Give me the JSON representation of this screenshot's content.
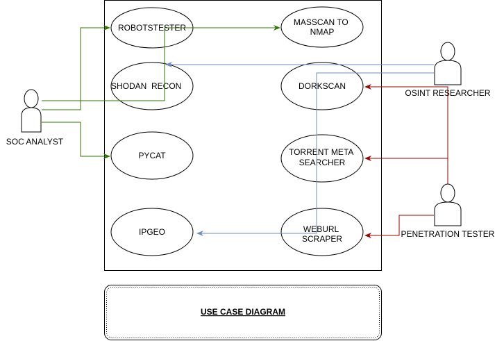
{
  "title": "USE CASE DIAGRAM",
  "use_cases": {
    "robotstester": [
      "ROBOTSTESTER"
    ],
    "shodan_recon": [
      "SHODAN  RECON"
    ],
    "pycat": [
      "PYCAT"
    ],
    "ipgeo": [
      "IPGEO"
    ],
    "masscan": [
      "MASSCAN TO",
      "NMAP"
    ],
    "dorkscan": [
      "DORKSCAN"
    ],
    "torrent": [
      "TORRENT META",
      "SEARCHER"
    ],
    "weburl": [
      "WEBURL",
      "SCRAPER"
    ]
  },
  "actors": {
    "soc": "SOC ANALYST",
    "osint": "OSINT RESEARCHER",
    "pentest": "PENETRATION TESTER"
  },
  "colors": {
    "soc_links": "#2d7600",
    "osint_links": "#6c8ebf",
    "pentest_links": "#990000",
    "border": "#000000",
    "title_border": "#000000"
  }
}
